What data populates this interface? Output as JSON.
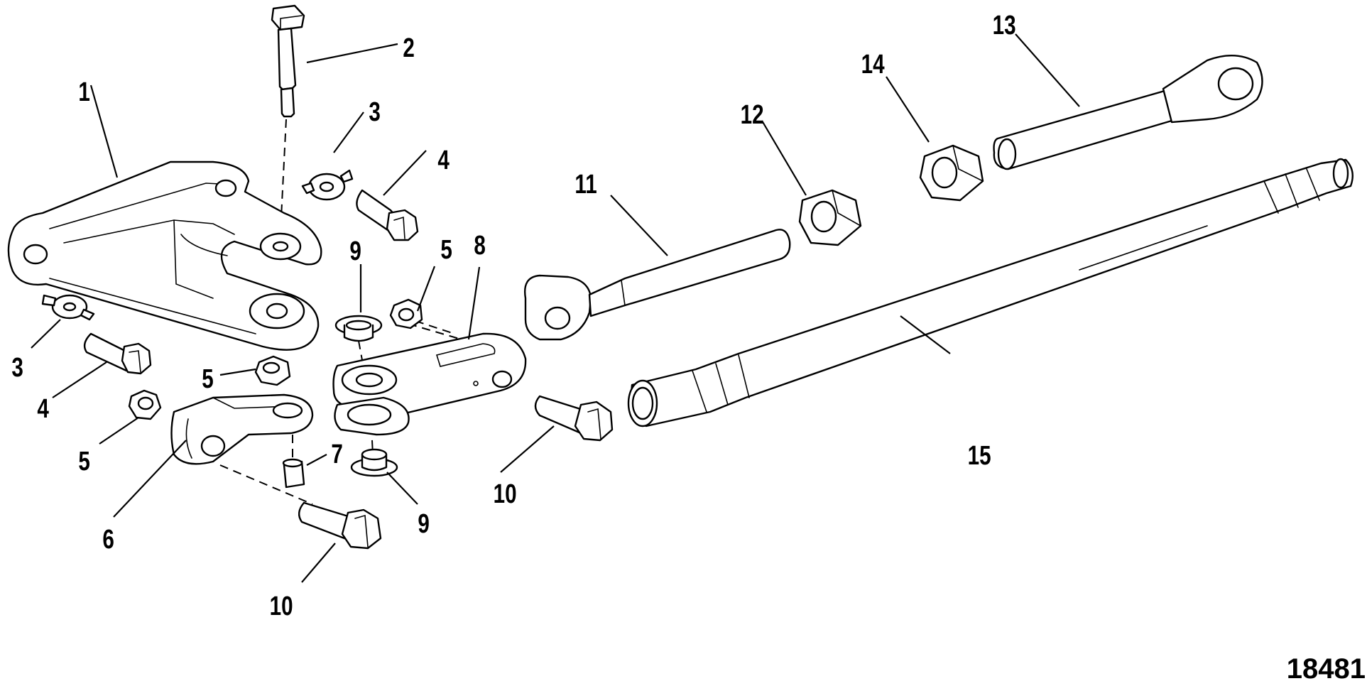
{
  "callouts": {
    "c1": "1",
    "c2": "2",
    "c3a": "3",
    "c3b": "3",
    "c4a": "4",
    "c4b": "4",
    "c5a": "5",
    "c5b": "5",
    "c5c": "5",
    "c6": "6",
    "c7": "7",
    "c8": "8",
    "c9a": "9",
    "c9b": "9",
    "c10a": "10",
    "c10b": "10",
    "c11": "11",
    "c12": "12",
    "c13": "13",
    "c14": "14",
    "c15": "15"
  },
  "figure_number": "18481",
  "colors": {
    "line": "#000000",
    "background": "#ffffff"
  }
}
